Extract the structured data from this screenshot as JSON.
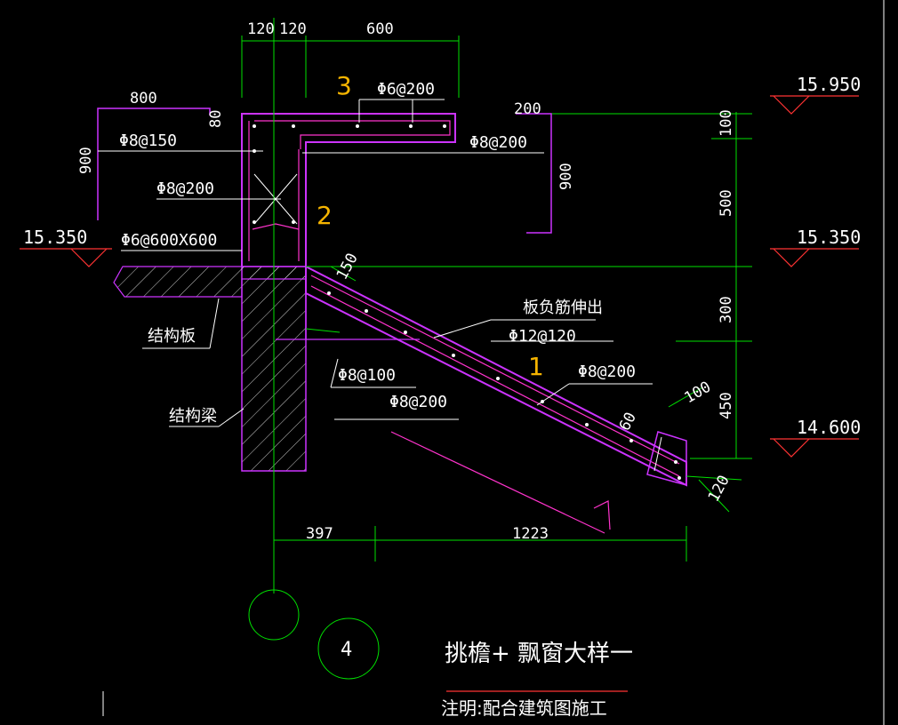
{
  "colors": {
    "background": "#000000",
    "dimension": "#00e000",
    "outline": "#cc33ff",
    "magenta": "#ff33cc",
    "leader": "#ffffff",
    "elevation_mark": "#ff3333",
    "callout_number": "#f5b400"
  },
  "dimensions": {
    "top_120_a": "120",
    "top_120_b": "120",
    "top_600": "600",
    "left_800": "800",
    "left_80": "80",
    "left_900": "900",
    "right_200": "200",
    "right_900": "900",
    "right_100": "100",
    "right_500": "500",
    "right_300": "300",
    "right_450": "450",
    "slab_150": "150",
    "tip_100": "100",
    "tip_60": "60",
    "tip_120": "120",
    "bottom_397": "397",
    "bottom_1223": "1223"
  },
  "elevations": {
    "right_top": "15.950",
    "right_mid": "15.350",
    "left_mid": "15.350",
    "right_bottom": "14.600"
  },
  "rebar_labels": {
    "top_slab": "Φ6@200",
    "left_stirrup": "Φ8@150",
    "right_bar": "Φ8@200",
    "beam_stirrup": "Φ8@200",
    "mesh": "Φ6@600X600",
    "neg_bar_note": "板负筋伸出",
    "main_bar": "Φ12@120",
    "slope_dist": "Φ8@200",
    "slope_bottom_a": "Φ8@100",
    "slope_bottom_b": "Φ8@200"
  },
  "annotations": {
    "structural_slab": "结构板",
    "structural_beam": "结构梁"
  },
  "callouts": {
    "one": "1",
    "two": "2",
    "three": "3"
  },
  "section": {
    "number": "4",
    "title": "挑檐+ 飘窗大样一",
    "note": "注明:配合建筑图施工"
  }
}
